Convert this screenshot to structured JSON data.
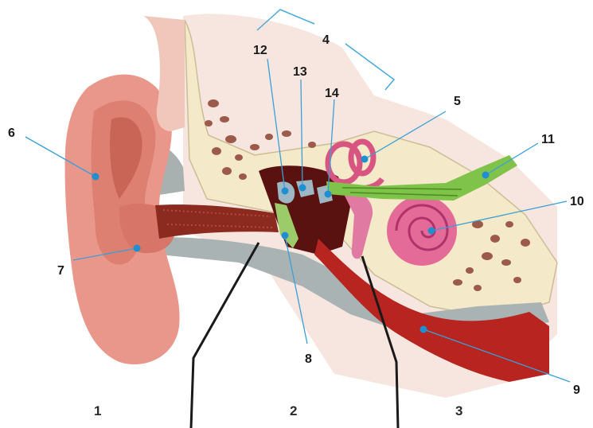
{
  "labels": {
    "n1": "1",
    "n2": "2",
    "n3": "3",
    "n4": "4",
    "n5": "5",
    "n6": "6",
    "n7": "7",
    "n8": "8",
    "n9": "9",
    "n10": "10",
    "n11": "11",
    "n12": "12",
    "n13": "13",
    "n14": "14"
  },
  "colors": {
    "auricle": "#e9978a",
    "auricle_dark": "#cf6f62",
    "skin": "#f6ddd3",
    "bone": "#f4e9c8",
    "bone_holes": "#9c5a4a",
    "cochlea": "#e46a98",
    "canals": "#d85582",
    "eustachian": "#b8241f",
    "nerve": "#7fc34a",
    "leader": "#3a9fd8"
  }
}
